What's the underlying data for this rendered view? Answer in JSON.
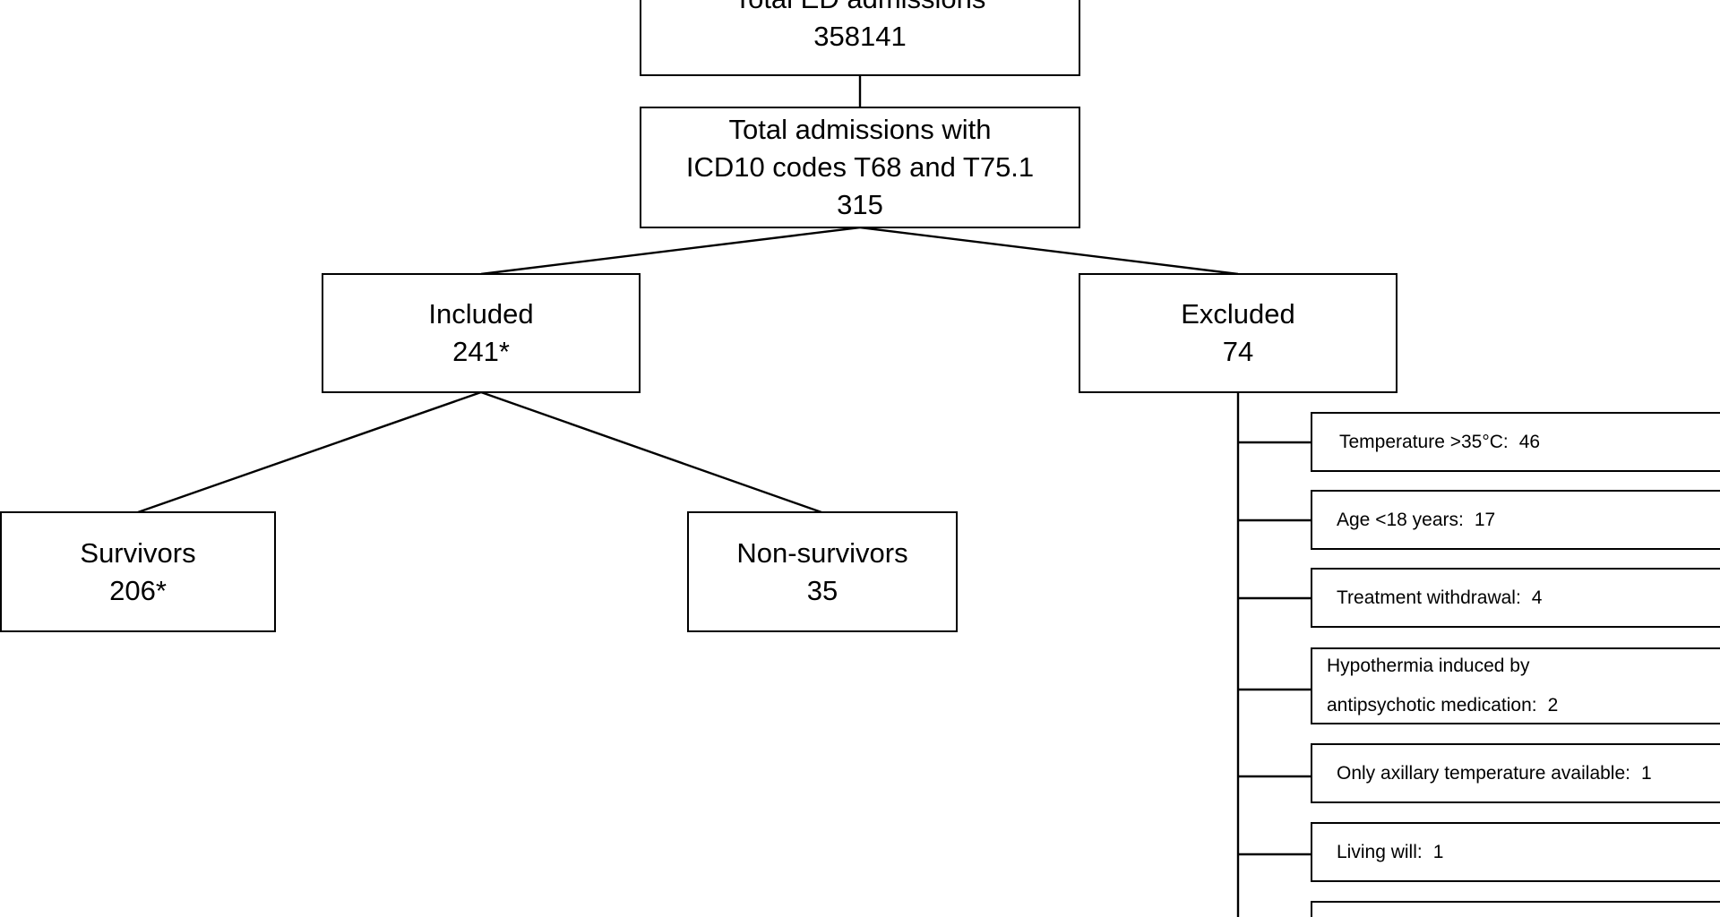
{
  "flowchart": {
    "total_ed": {
      "label": "Total ED admissions",
      "value": "358141"
    },
    "icd10": {
      "line1": "Total admissions with",
      "line2": "ICD10 codes T68 and T75.1",
      "value": "315"
    },
    "included": {
      "label": "Included",
      "value": "241*"
    },
    "excluded": {
      "label": "Excluded",
      "value": "74"
    },
    "survivors": {
      "label": "Survivors",
      "value": "206*"
    },
    "non_survivors": {
      "label": "Non-survivors",
      "value": "35"
    },
    "exclusion_reasons": [
      {
        "label": "Temperature >35°C:",
        "value": "46"
      },
      {
        "label": "Age <18 years:",
        "value": "17"
      },
      {
        "label": "Treatment withdrawal:",
        "value": "4"
      },
      {
        "label_line1": "Hypothermia induced by",
        "label_line2": "antipsychotic medication:",
        "value": "2"
      },
      {
        "label": "Only axillary temperature available:",
        "value": "1"
      },
      {
        "label": "Living will:",
        "value": "1"
      }
    ]
  },
  "colors": {
    "line": "#000000",
    "box_fill": "#ffffff",
    "background": "#ffffff"
  }
}
